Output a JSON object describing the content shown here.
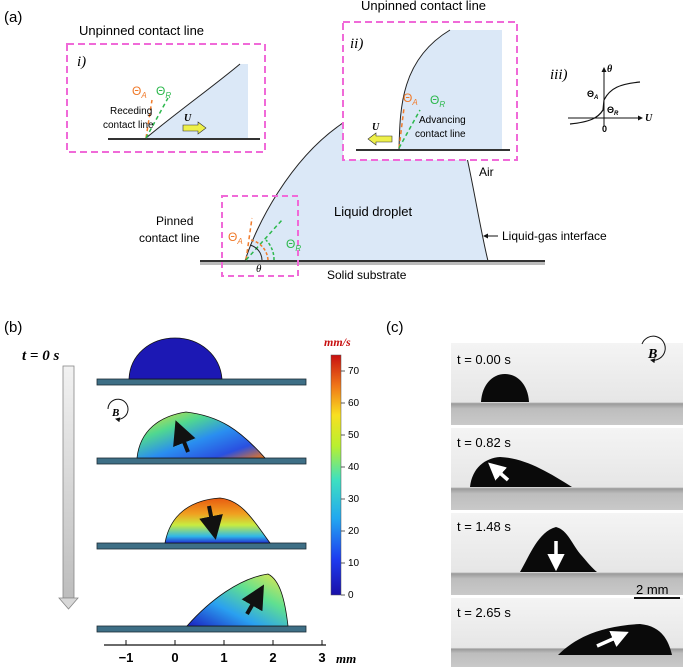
{
  "panel_a": {
    "label": "(a)",
    "inset_i": {
      "title": "Unpinned contact line",
      "roman": "i)",
      "theta_a": "Θ",
      "theta_a_sub": "A",
      "theta_r": "Θ",
      "theta_r_sub": "R",
      "receding_1": "Receding",
      "receding_2": "contact line",
      "velocity": "U"
    },
    "inset_ii": {
      "title": "Unpinned contact line",
      "roman": "ii)",
      "theta_a": "Θ",
      "theta_a_sub": "A",
      "theta_r": "Θ",
      "theta_r_sub": "R",
      "advancing_1": "Advancing",
      "advancing_2": "contact line",
      "velocity": "U"
    },
    "inset_iii": {
      "roman": "iii)",
      "theta": "θ",
      "theta_a": "Θ",
      "theta_a_sub": "A",
      "theta_r": "Θ",
      "theta_r_sub": "R",
      "zero": "0",
      "u": "U"
    },
    "main": {
      "pinned_1": "Pinned",
      "pinned_2": "contact line",
      "theta_a": "Θ",
      "theta_a_sub": "A",
      "theta_r": "Θ",
      "theta_r_sub": "R",
      "theta": "θ",
      "droplet": "Liquid droplet",
      "air": "Air",
      "interface": "Liquid-gas interface",
      "substrate": "Solid substrate"
    },
    "colors": {
      "liquid": "#dbe8f7",
      "receding_green": "#2db84d",
      "advancing_orange": "#f07a2a",
      "inset_border": "#f06ad8"
    }
  },
  "panel_b": {
    "label": "(b)",
    "time": "t = 0 s",
    "field": "B",
    "colorbar": {
      "unit": "mm/s",
      "ticks": [
        "70",
        "60",
        "50",
        "40",
        "30",
        "20",
        "10",
        "0"
      ],
      "min": 0,
      "max": 75
    },
    "axis": {
      "ticks": [
        "−1",
        "0",
        "1",
        "2",
        "3"
      ],
      "unit": "mm"
    }
  },
  "panel_c": {
    "label": "(c)",
    "field": "B",
    "frames": [
      {
        "time": "t = 0.00 s"
      },
      {
        "time": "t = 0.82 s"
      },
      {
        "time": "t = 1.48 s"
      },
      {
        "time": "t = 2.65 s"
      }
    ],
    "scale_bar": "2 mm"
  }
}
